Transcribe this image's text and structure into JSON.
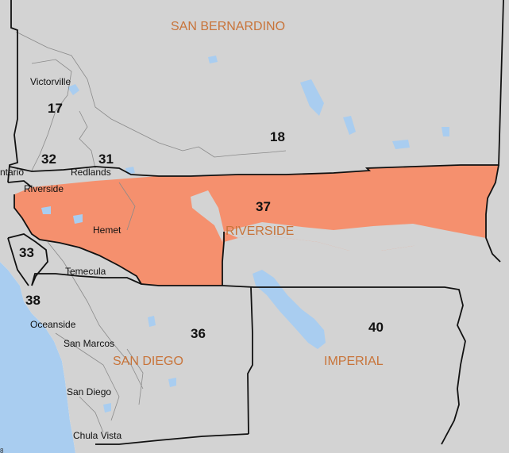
{
  "colors": {
    "land": "#d3d3d3",
    "highlight": "#f5906e",
    "water": "#a9cdf0",
    "ocean": "#a9cdf0",
    "border": "#111111",
    "minor_border": "#8a8a8a",
    "county_text": "#c8743a"
  },
  "counties": {
    "san_bernardino": "SAN BERNARDINO",
    "riverside": "RIVERSIDE",
    "san_diego": "SAN DIEGO",
    "imperial": "IMPERIAL"
  },
  "districts": {
    "d17": "17",
    "d18": "18",
    "d31": "31",
    "d32": "32",
    "d33": "33",
    "d36": "36",
    "d37": "37",
    "d38": "38",
    "d40": "40"
  },
  "cities": {
    "victorville": "Victorville",
    "ontario": "ntario",
    "redlands": "Redlands",
    "riverside": "Riverside",
    "hemet": "Hemet",
    "temecula": "Temecula",
    "oceanside": "Oceanside",
    "san_marcos": "San Marcos",
    "san_diego": "San Diego",
    "chula_vista": "Chula Vista"
  },
  "corner_mark": "8",
  "highlighted_district": "37"
}
